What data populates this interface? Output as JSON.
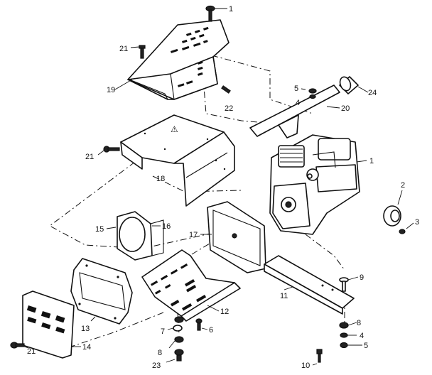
{
  "callouts": {
    "c1_top": "1",
    "c21_top": "21",
    "c19": "19",
    "c22": "22",
    "c5_top": "5",
    "c4_top": "4",
    "c20": "20",
    "c24": "24",
    "c21_mid": "21",
    "c18": "18",
    "c1_engine": "1",
    "c2": "2",
    "c3": "3",
    "c15": "15",
    "c16": "16",
    "c17": "17",
    "c9": "9",
    "c11": "11",
    "c12": "12",
    "c13": "13",
    "c14": "14",
    "c7": "7",
    "c6": "6",
    "c8_left": "8",
    "c23": "23",
    "c21_bottom": "21",
    "c8_right": "8",
    "c4_bottom": "4",
    "c5_bottom": "5",
    "c10": "10"
  },
  "icons": {
    "warning_symbol": "⚠"
  }
}
